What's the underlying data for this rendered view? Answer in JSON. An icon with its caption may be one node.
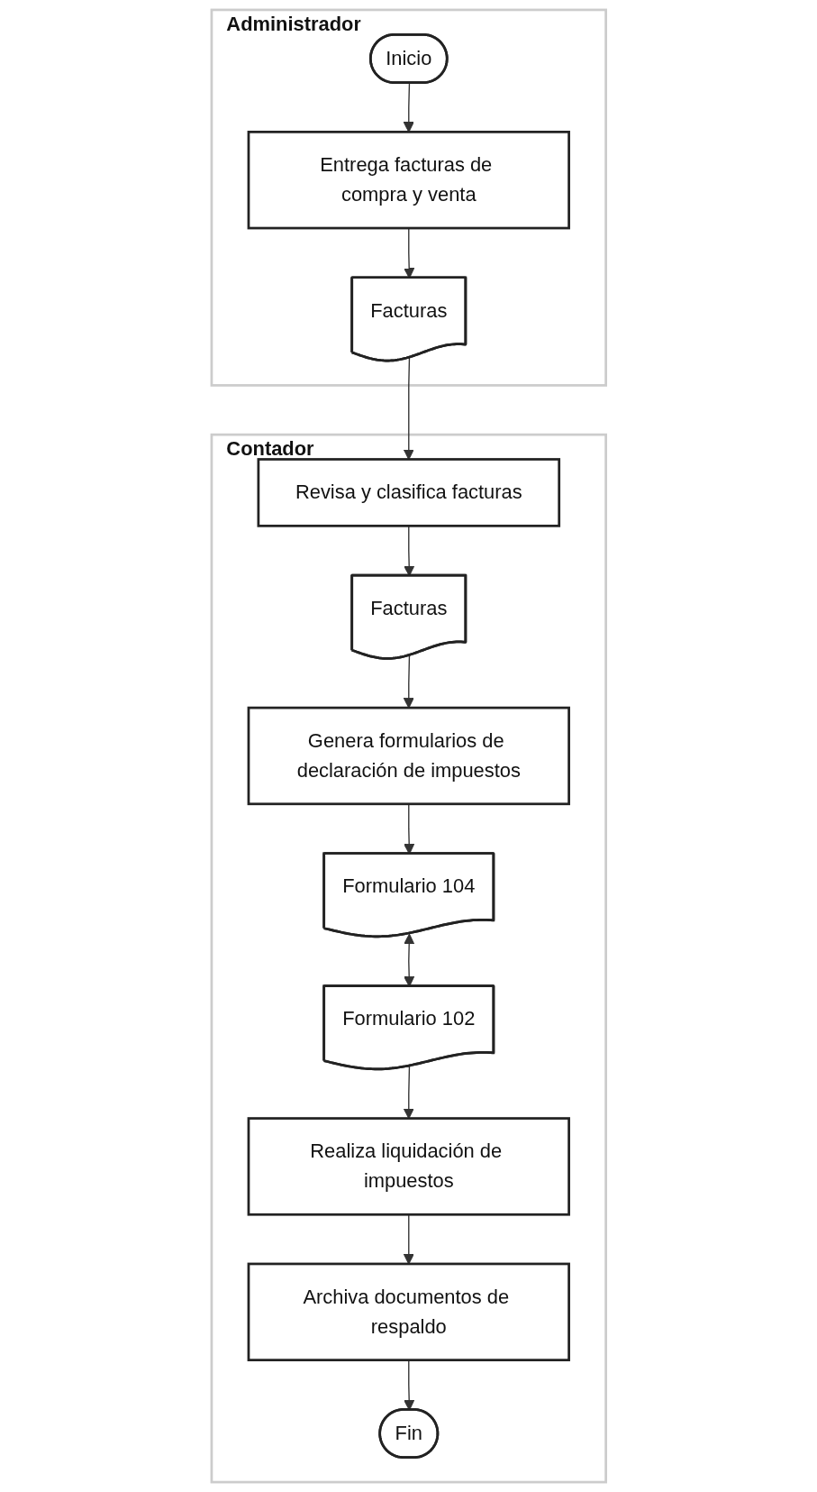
{
  "diagram": {
    "nodes": [
      {
        "text": [
          "Administrador"
        ]
      },
      {
        "text": [
          "Inicio"
        ],
        "in": 0
      },
      {
        "text": [
          "Entrega facturas de compra y venta"
        ],
        "in": 0
      },
      {
        "text": [
          "Facturas"
        ],
        "in": 0
      },
      {
        "text": [
          "Contador"
        ]
      },
      {
        "text": [
          "Revisa y clasifica facturas"
        ],
        "in": 4
      },
      {
        "text": [
          "Facturas"
        ],
        "in": 4
      },
      {
        "text": [
          "Genera formularios de declaración de impuestos"
        ],
        "in": 4
      },
      {
        "text": [
          "Formulario 104"
        ],
        "in": 4
      },
      {
        "text": [
          "Formulario 102"
        ],
        "in": 4
      },
      {
        "text": [
          "Realiza liquidación de impuestos"
        ],
        "in": 4
      },
      {
        "text": [
          "Archiva documentos de respaldo"
        ],
        "in": 4
      },
      {
        "text": [
          "Fin"
        ],
        "in": 4
      }
    ],
    "edges": [
      {
        "from": 1,
        "to": 2,
        "arrow": "to"
      },
      {
        "from": 2,
        "to": 3,
        "arrow": "to"
      },
      {
        "from": 3,
        "to": 5,
        "arrow": "to"
      },
      {
        "from": 5,
        "to": 6,
        "arrow": "to"
      },
      {
        "from": 6,
        "to": 7,
        "arrow": "to"
      },
      {
        "from": 7,
        "to": 8,
        "arrow": "to"
      },
      {
        "from": 8,
        "to": 9,
        "arrow": "both"
      },
      {
        "from": 9,
        "to": 10,
        "arrow": "to"
      },
      {
        "from": 10,
        "to": 11,
        "arrow": "to"
      },
      {
        "from": 11,
        "to": 12,
        "arrow": "to"
      }
    ]
  }
}
